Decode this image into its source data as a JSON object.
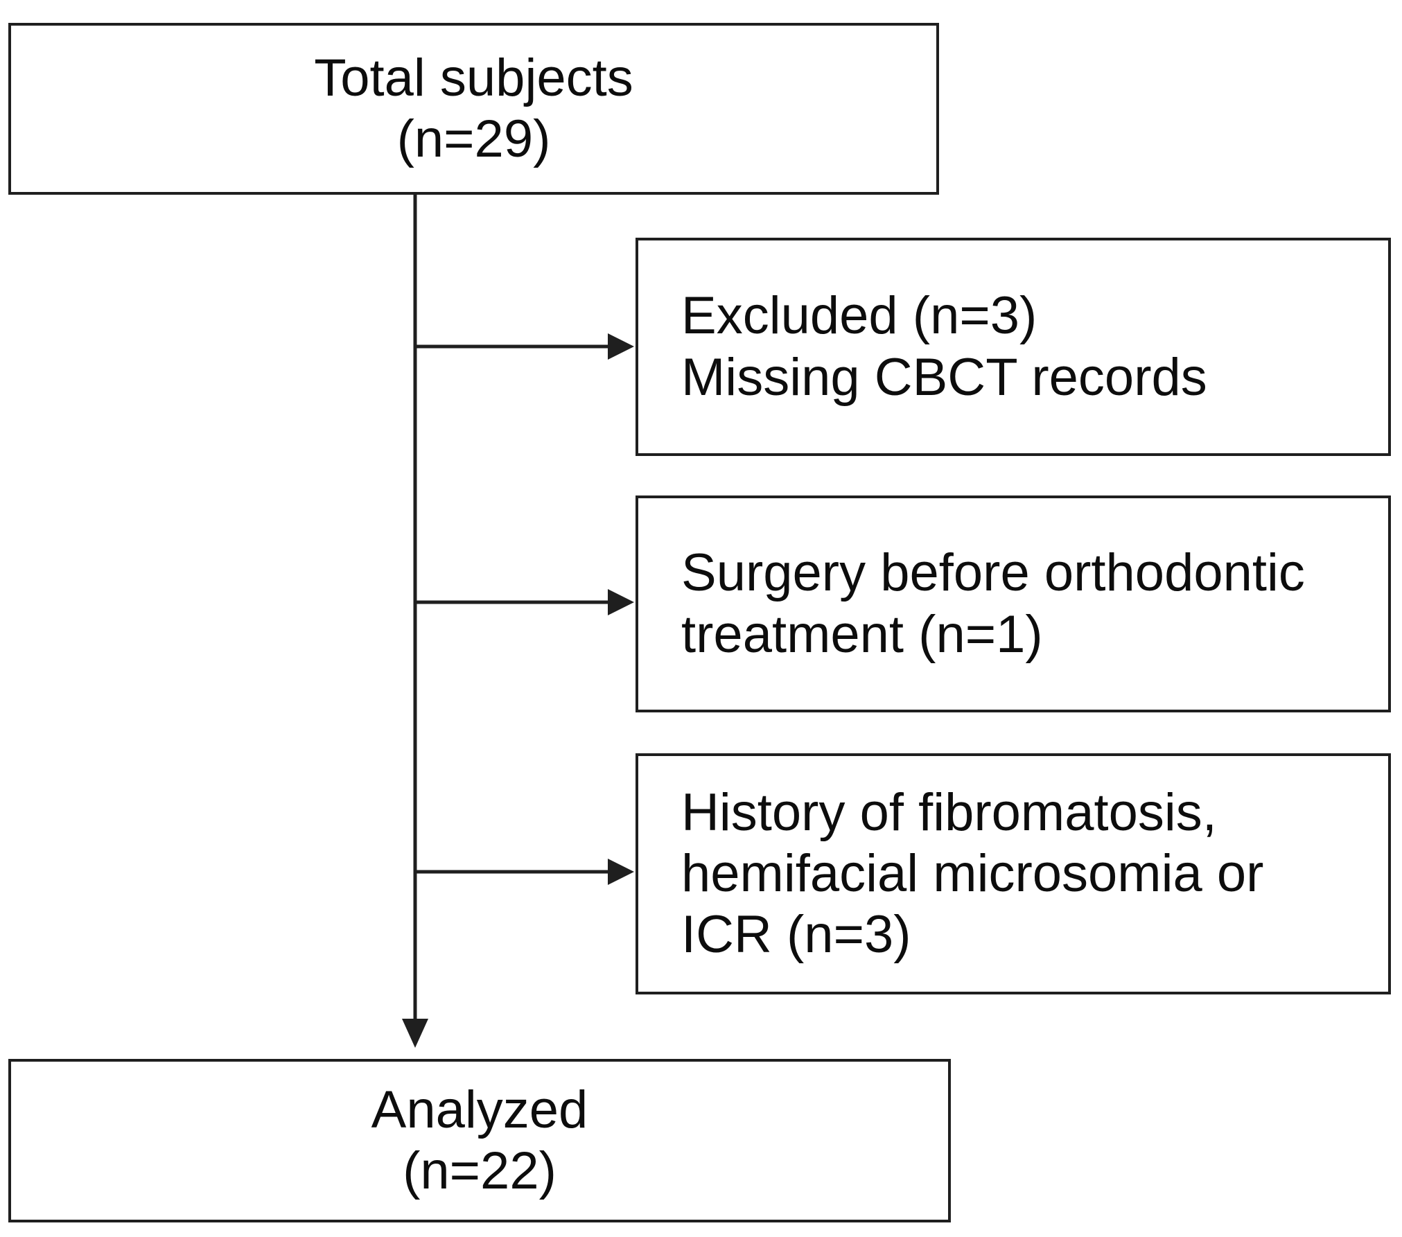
{
  "diagram": {
    "background_color": "#ffffff",
    "line_color": "#1f1f1f",
    "text_color": "#0d0d0d",
    "nodes": {
      "total": {
        "lines": [
          "Total subjects",
          "(n=29)"
        ]
      },
      "excluded_missing_cbct": {
        "lines": [
          "Excluded (n=3)",
          "Missing CBCT records"
        ]
      },
      "excluded_surgery": {
        "lines": [
          "Surgery before orthodontic",
          "treatment (n=1)"
        ]
      },
      "excluded_history": {
        "lines": [
          "History of fibromatosis,",
          "hemifacial microsomia or",
          "ICR (n=3)"
        ]
      },
      "analyzed": {
        "lines": [
          "Analyzed",
          "(n=22)"
        ]
      }
    }
  }
}
